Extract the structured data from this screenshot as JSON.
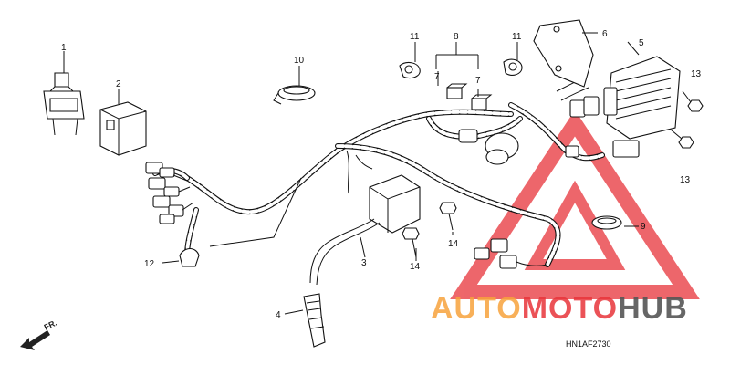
{
  "callouts": {
    "c1": "1",
    "c2": "2",
    "c3": "3",
    "c4": "4",
    "c5": "5",
    "c6": "6",
    "c7a": "7",
    "c7b": "7",
    "c8": "8",
    "c9": "9",
    "c10": "10",
    "c11a": "11",
    "c11b": "11",
    "c12": "12",
    "c13a": "13",
    "c13b": "13",
    "c14a": "14",
    "c14b": "14"
  },
  "direction_label": "FR.",
  "diagram_code": "HN1AF2730",
  "watermark": {
    "brand_part1": "AUTO",
    "brand_part2": "MOTO",
    "brand_part3": "HUB",
    "color_orange": "#f7a23c",
    "color_red": "#e8343a",
    "color_gray": "#555555"
  }
}
